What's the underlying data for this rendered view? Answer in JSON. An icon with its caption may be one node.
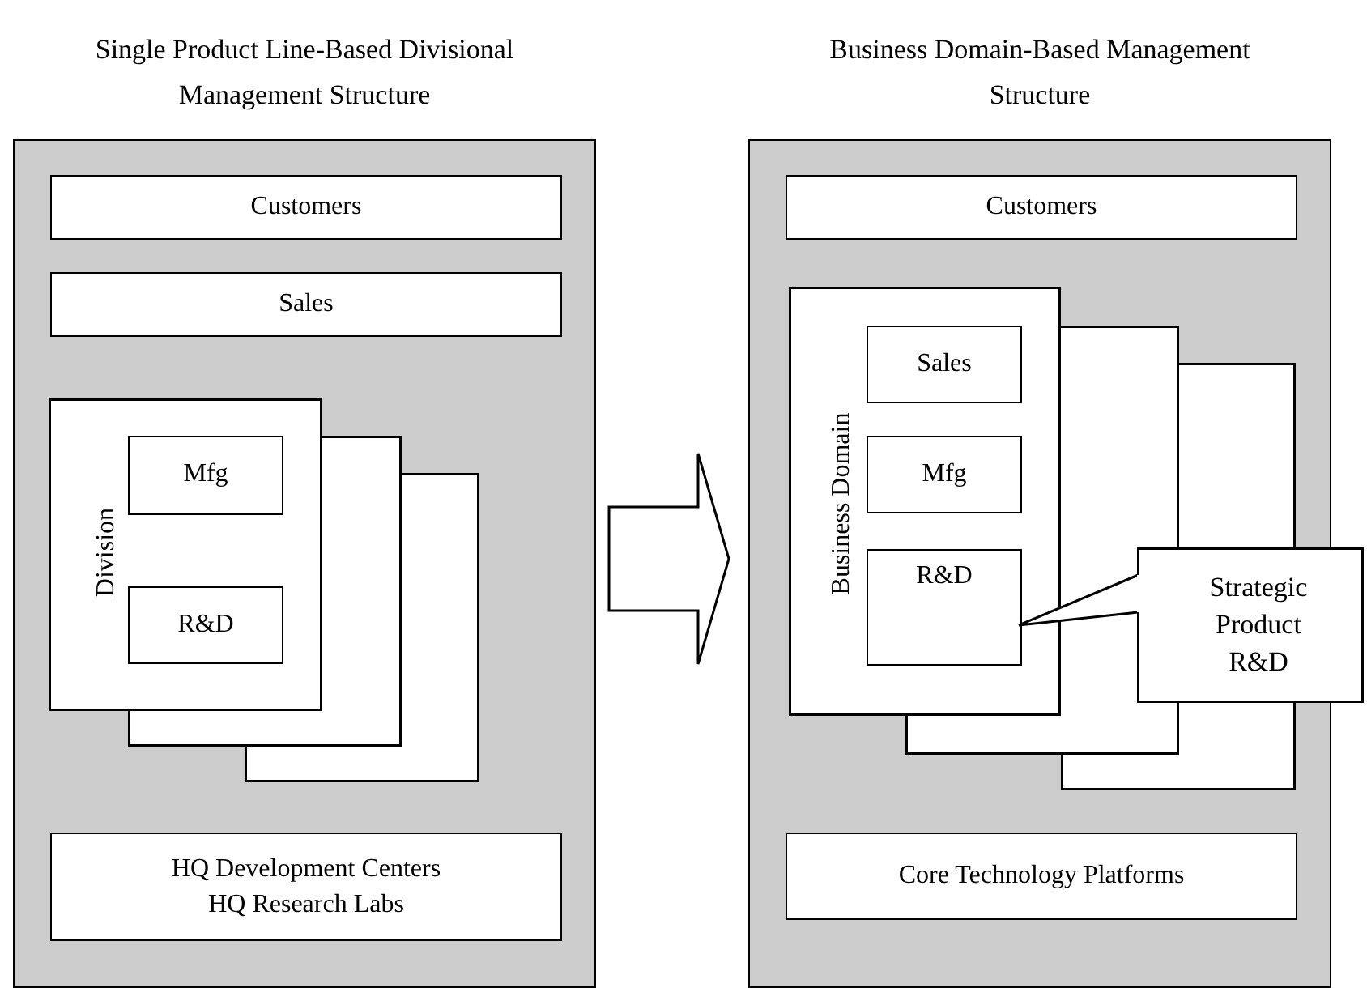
{
  "diagram": {
    "nodes": [
      {
        "text": [
          "Single Product Line-Based Divisional Management Structure"
        ]
      },
      {
        "text": [
          "Customers"
        ],
        "in": 0
      },
      {
        "text": [
          "Sales"
        ],
        "in": 0
      },
      {
        "text": [
          "Division"
        ],
        "in": 0
      },
      {
        "text": [
          "Mfg"
        ],
        "in": 3
      },
      {
        "text": [
          "R&D"
        ],
        "in": 3
      },
      {
        "text": [
          "HQ Development Centers",
          "HQ Research Labs"
        ],
        "in": 0
      },
      {
        "text": [
          "Business Domain-Based Management Structure"
        ]
      },
      {
        "text": [
          "Customers"
        ],
        "in": 7
      },
      {
        "text": [
          "Business Domain"
        ],
        "in": 7
      },
      {
        "text": [
          "Sales"
        ],
        "in": 9
      },
      {
        "text": [
          "Mfg"
        ],
        "in": 9
      },
      {
        "text": [
          "R&D"
        ],
        "in": 9
      },
      {
        "text": [
          "Core Technology Platforms"
        ],
        "in": 7
      },
      {
        "text": [
          "Strategic Product R&D"
        ]
      }
    ],
    "edges": [
      {
        "from": 0,
        "to": 7,
        "arrow": "to",
        "style": "thick"
      },
      {
        "from": 14,
        "to": 12,
        "arrow": "none"
      }
    ]
  }
}
